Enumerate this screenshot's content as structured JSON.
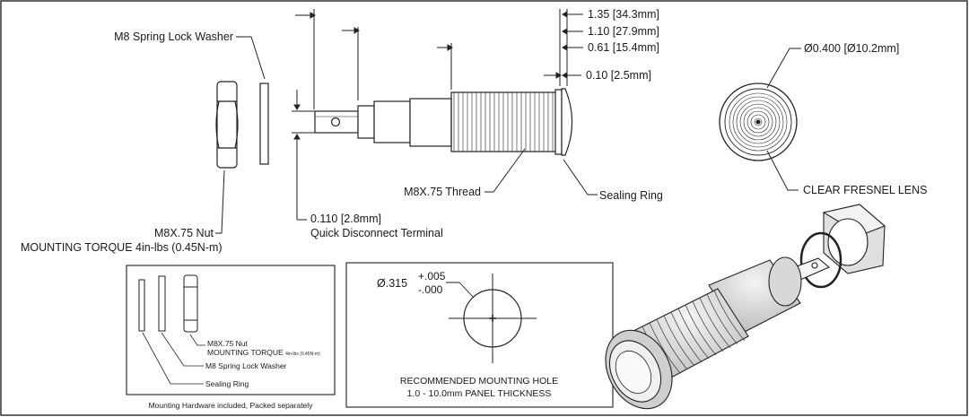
{
  "dims": {
    "d1": "1.35 [34.3mm]",
    "d2": "1.10 [27.9mm]",
    "d3": "0.61 [15.4mm]",
    "d4": "0.10 [2.5mm]",
    "lens_dia": "Ø0.400 [Ø10.2mm]",
    "terminal_dim": "0.110 [2.8mm]",
    "terminal_label": "Quick Disconnect Terminal"
  },
  "labels": {
    "washer": "M8 Spring Lock Washer",
    "nut": "M8X.75 Nut",
    "torque": "MOUNTING TORQUE 4in-lbs (0.45N-m)",
    "thread": "M8X.75 Thread",
    "sealing_ring": "Sealing Ring",
    "lens": "CLEAR FRESNEL LENS"
  },
  "hardware_box": {
    "nut": "M8X.75 Nut",
    "torque_main": "MOUNTING TORQUE",
    "torque_small": "4in-lbs (0.45N-m)",
    "washer": "M8 Spring Lock Washer",
    "sealing_ring": "Sealing Ring",
    "footer": "Mounting Hardware included, Packed separately"
  },
  "hole_box": {
    "dia_main": "Ø.315",
    "tol_plus": "+.005",
    "tol_minus": "-.000",
    "title": "RECOMMENDED MOUNTING HOLE",
    "subtitle": "1.0 - 10.0mm PANEL THICKNESS"
  }
}
